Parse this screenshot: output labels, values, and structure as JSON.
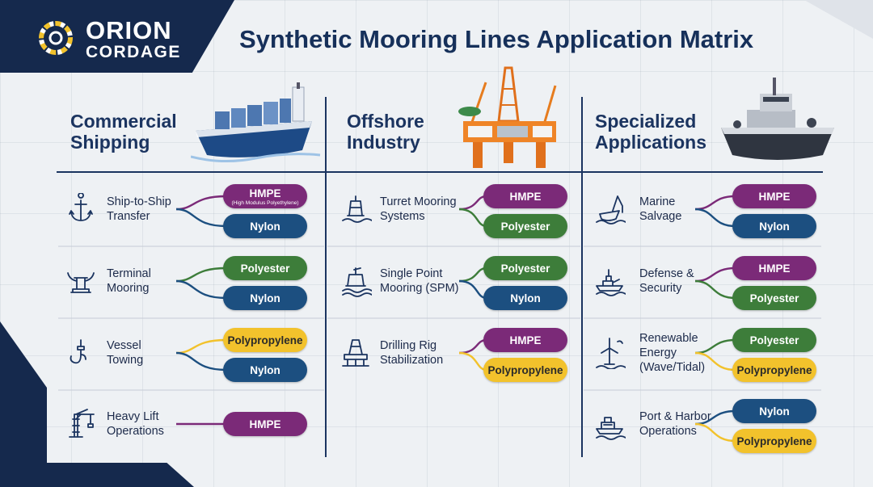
{
  "brand": {
    "line1": "ORION",
    "line2": "CORDAGE"
  },
  "title": "Synthetic Mooring Lines Application Matrix",
  "colors": {
    "navy": "#15294d",
    "hmpe": "#7b2a78",
    "nylon": "#1c4f80",
    "polyester": "#3d7d3a",
    "polypropylene": "#f2c22c"
  },
  "columns": [
    {
      "heading": [
        "Commercial",
        "Shipping"
      ],
      "illustration": "container-ship-icon",
      "rows": [
        {
          "icon": "anchor-icon",
          "label": [
            "Ship-to-Ship",
            "Transfer"
          ],
          "materials": [
            {
              "name": "HMPE",
              "sub": "(High Modulus Polyethylene)",
              "type": "hmpe"
            },
            {
              "name": "Nylon",
              "type": "nylon"
            }
          ]
        },
        {
          "icon": "bollard-icon",
          "label": [
            "Terminal",
            "Mooring"
          ],
          "materials": [
            {
              "name": "Polyester",
              "type": "polyester"
            },
            {
              "name": "Nylon",
              "type": "nylon"
            }
          ]
        },
        {
          "icon": "tow-hook-icon",
          "label": [
            "Vessel",
            "Towing"
          ],
          "materials": [
            {
              "name": "Polypropylene",
              "type": "polypropylene"
            },
            {
              "name": "Nylon",
              "type": "nylon"
            }
          ]
        },
        {
          "icon": "crane-icon",
          "label": [
            "Heavy Lift",
            "Operations"
          ],
          "materials": [
            {
              "name": "HMPE",
              "type": "hmpe"
            }
          ]
        }
      ]
    },
    {
      "heading": [
        "Offshore",
        "Industry"
      ],
      "illustration": "oil-platform-icon",
      "rows": [
        {
          "icon": "turret-buoy-icon",
          "label": [
            "Turret Mooring",
            "Systems"
          ],
          "materials": [
            {
              "name": "HMPE",
              "type": "hmpe"
            },
            {
              "name": "Polyester",
              "type": "polyester"
            }
          ]
        },
        {
          "icon": "spm-buoy-icon",
          "label": [
            "Single Point",
            "Mooring (SPM)"
          ],
          "materials": [
            {
              "name": "Polyester",
              "type": "polyester"
            },
            {
              "name": "Nylon",
              "type": "nylon"
            }
          ]
        },
        {
          "icon": "drilling-rig-icon",
          "label": [
            "Drilling Rig",
            "Stabilization"
          ],
          "materials": [
            {
              "name": "HMPE",
              "type": "hmpe"
            },
            {
              "name": "Polypropylene",
              "type": "polypropylene"
            }
          ]
        }
      ]
    },
    {
      "heading": [
        "Specialized",
        "Applications"
      ],
      "illustration": "tugboat-icon",
      "rows": [
        {
          "icon": "salvage-crane-icon",
          "label": [
            "Marine",
            "Salvage"
          ],
          "materials": [
            {
              "name": "HMPE",
              "type": "hmpe"
            },
            {
              "name": "Nylon",
              "type": "nylon"
            }
          ]
        },
        {
          "icon": "navy-ship-icon",
          "label": [
            "Defense &",
            "Security"
          ],
          "materials": [
            {
              "name": "HMPE",
              "type": "hmpe"
            },
            {
              "name": "Polyester",
              "type": "polyester"
            }
          ]
        },
        {
          "icon": "wind-turbine-icon",
          "label": [
            "Renewable",
            "Energy",
            "(Wave/Tidal)"
          ],
          "materials": [
            {
              "name": "Polyester",
              "type": "polyester"
            },
            {
              "name": "Polypropylene",
              "type": "polypropylene"
            }
          ]
        },
        {
          "icon": "harbor-boat-icon",
          "label": [
            "Port & Harbor",
            "Operations"
          ],
          "materials": [
            {
              "name": "Nylon",
              "type": "nylon"
            },
            {
              "name": "Polypropylene",
              "type": "polypropylene"
            }
          ]
        }
      ]
    }
  ]
}
